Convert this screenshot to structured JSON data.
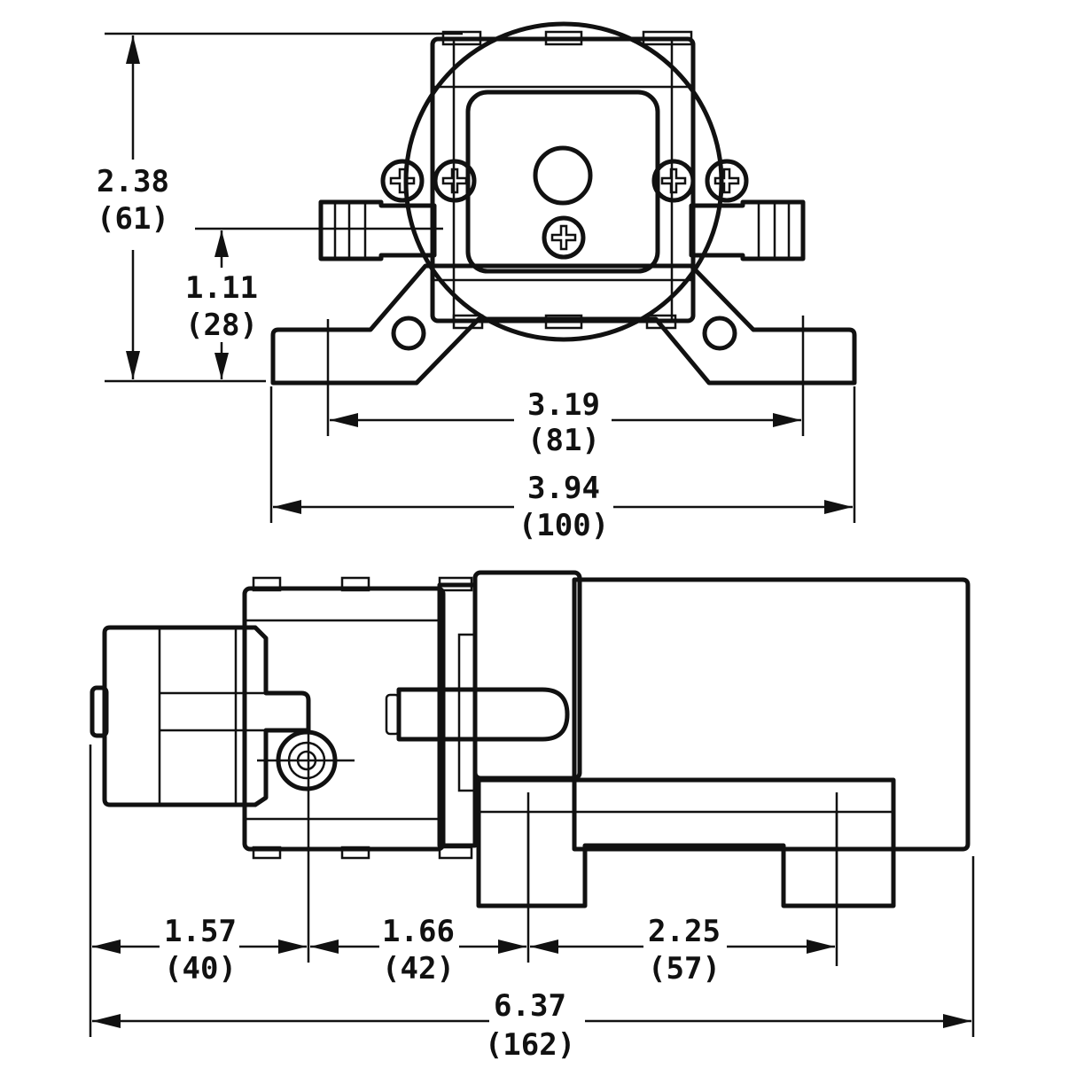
{
  "dimensions": {
    "height_total": {
      "inch": "2.38",
      "mm": "(61)"
    },
    "inlet_height": {
      "inch": "1.11",
      "mm": "(28)"
    },
    "mount_spacing_front": {
      "inch": "3.19",
      "mm": "(81)"
    },
    "base_width": {
      "inch": "3.94",
      "mm": "(100)"
    },
    "head_to_port": {
      "inch": "1.57",
      "mm": "(40)"
    },
    "port_to_mount": {
      "inch": "1.66",
      "mm": "(42)"
    },
    "mount_spacing_side": {
      "inch": "2.25",
      "mm": "(57)"
    },
    "overall_length": {
      "inch": "6.37",
      "mm": "(162)"
    }
  }
}
